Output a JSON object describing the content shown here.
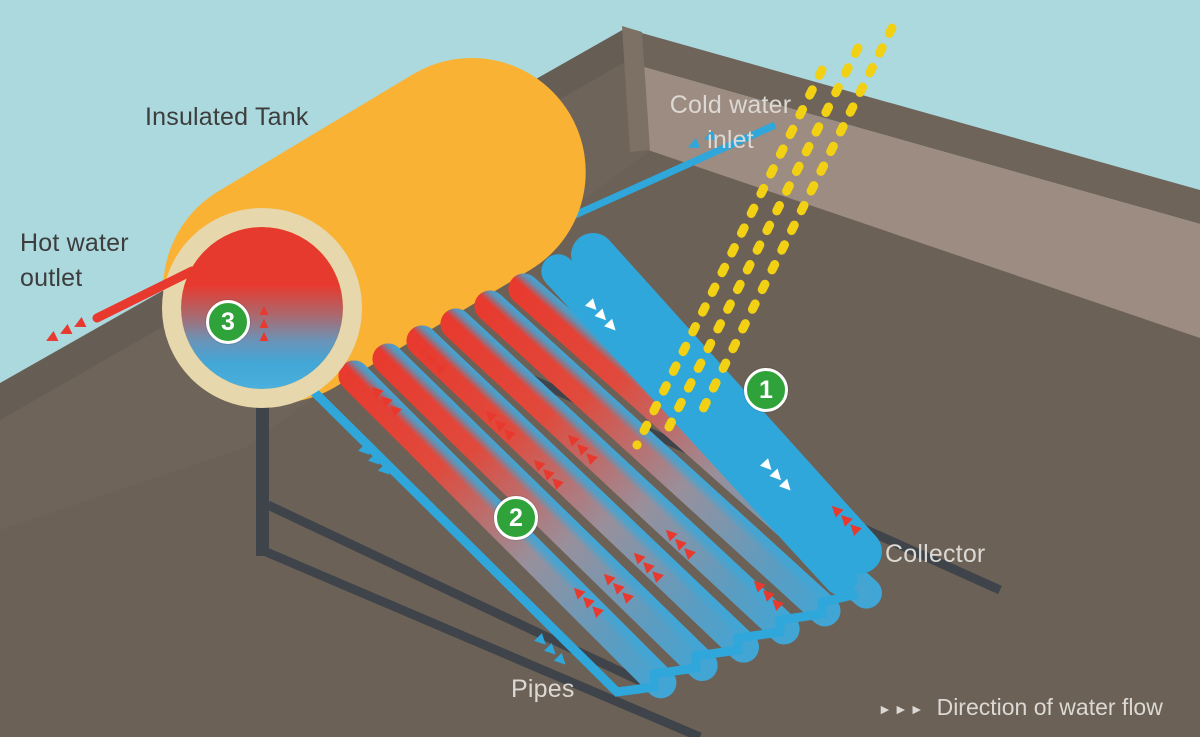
{
  "scene_title": "Solar water heater rooftop diagram",
  "labels": {
    "insulated_tank": "Insulated Tank",
    "hot_water_outlet_line1": "Hot water",
    "hot_water_outlet_line2": "outlet",
    "cold_water_inlet_line1": "Cold water",
    "cold_water_inlet_line2": "inlet",
    "collector": "Collector",
    "pipes": "Pipes"
  },
  "badges": [
    {
      "number": "1"
    },
    {
      "number": "2"
    },
    {
      "number": "3"
    }
  ],
  "legend": {
    "arrows": "►►►",
    "label": "Direction of water flow"
  },
  "colors": {
    "sky": "#abd9dd",
    "floor": "#6b6156",
    "wall": "#9c8c81",
    "parapetTop": "#6e6459",
    "parapetShade": "#6f6459",
    "parapetBand": "#665d54",
    "cornerEdge": "#7d7166",
    "tankYellow": "#f9b233",
    "cream": "#e7d7ac",
    "hotRed": "#e8392e",
    "coldBlue": "#2fa7da",
    "rayYellow": "#f2d114",
    "frameDark": "#3f444b",
    "badgeGreen": "#2fa23a",
    "textDark": "#3d3d3d",
    "textLight": "#dcd8d3"
  }
}
